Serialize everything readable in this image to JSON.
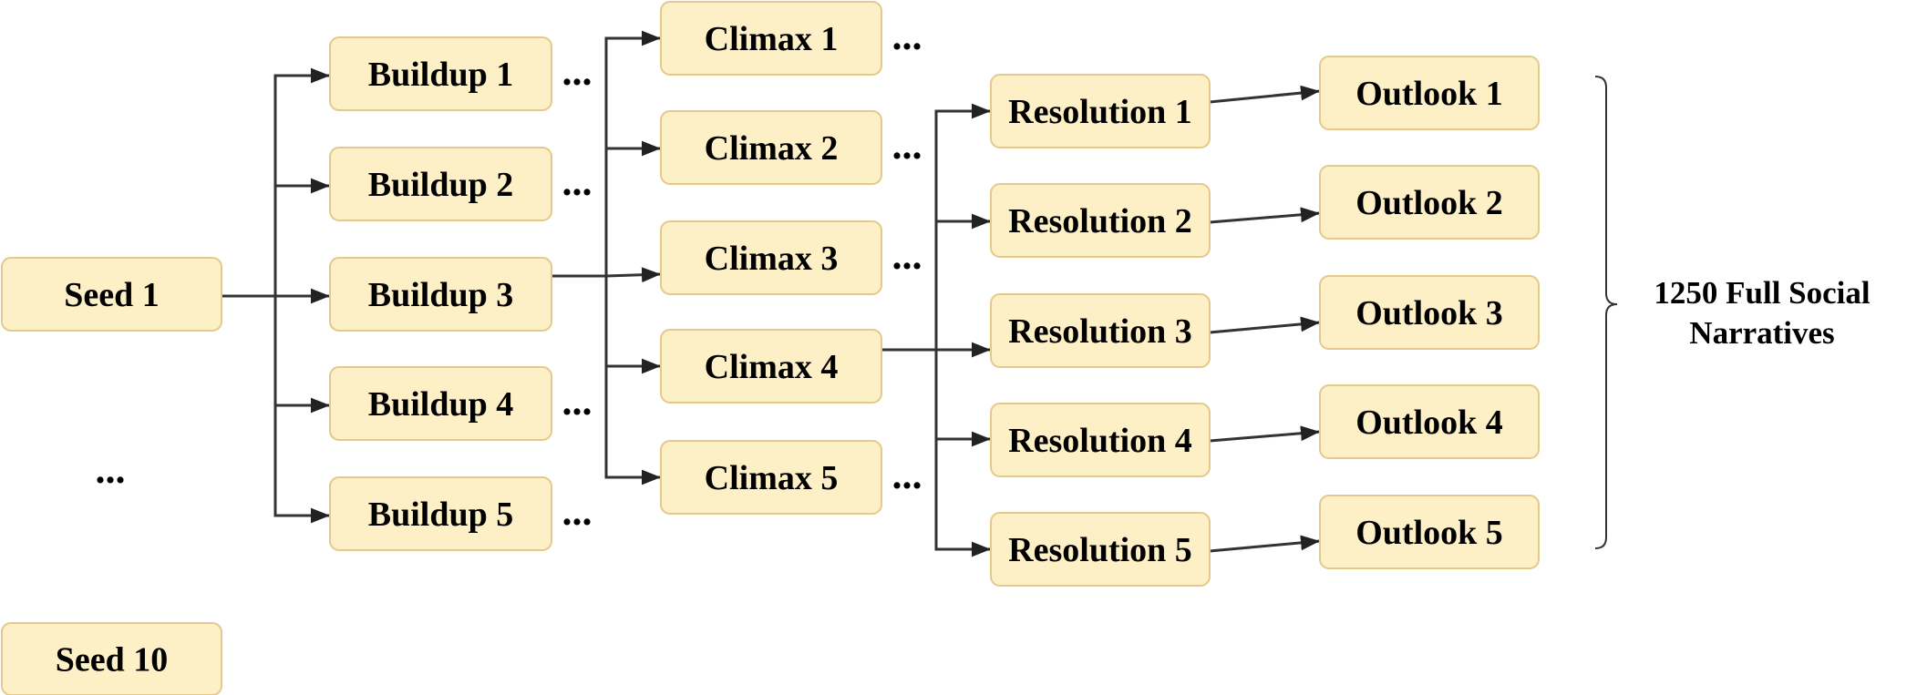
{
  "nodes": {
    "seed_1": "Seed 1",
    "seed_10": "Seed 10",
    "seed_ellipsis": "...",
    "buildups": [
      "Buildup 1",
      "Buildup 2",
      "Buildup 3",
      "Buildup 4",
      "Buildup 5"
    ],
    "climaxes": [
      "Climax 1",
      "Climax 2",
      "Climax 3",
      "Climax 4",
      "Climax 5"
    ],
    "resolutions": [
      "Resolution 1",
      "Resolution 2",
      "Resolution 3",
      "Resolution 4",
      "Resolution 5"
    ],
    "outlooks": [
      "Outlook 1",
      "Outlook 2",
      "Outlook 3",
      "Outlook 4",
      "Outlook 5"
    ],
    "ellipsis": "..."
  },
  "summary": {
    "line1": "1250 Full Social",
    "line2": "Narratives"
  },
  "colors": {
    "node_fill": "#fdf0c6",
    "node_stroke": "#e3c98a",
    "edge": "#333333",
    "text": "#000000"
  }
}
